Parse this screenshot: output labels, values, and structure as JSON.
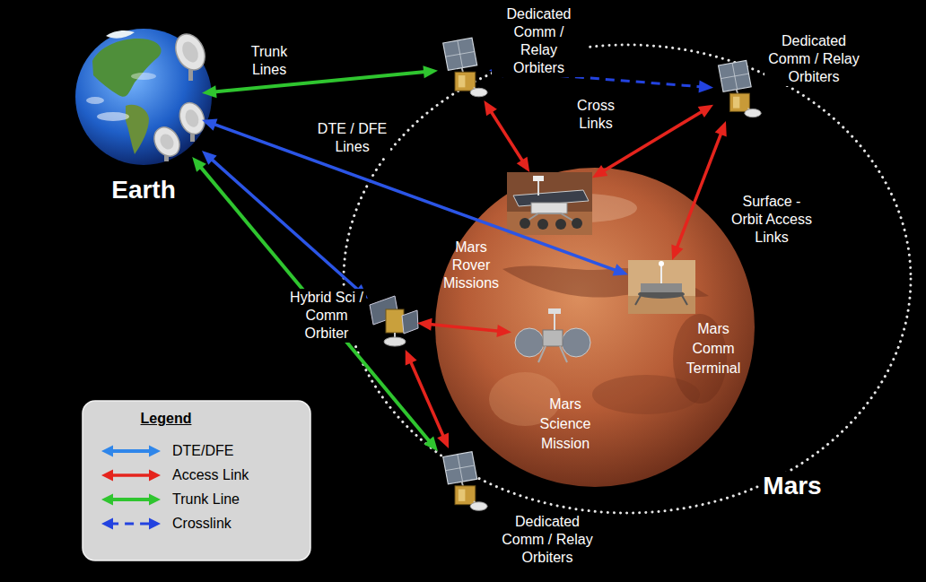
{
  "diagram": {
    "nodes": [
      {
        "text": [
          "Earth"
        ]
      },
      {
        "text": [
          "Dedicated Comm / Relay Orbiters"
        ]
      },
      {
        "text": [
          "Dedicated Comm / Relay Orbiters"
        ]
      },
      {
        "text": [
          "Mars"
        ]
      },
      {
        "text": [
          "Mars Rover Missions"
        ],
        "in": 3
      },
      {
        "text": [
          "Mars Comm Terminal"
        ],
        "in": 3
      },
      {
        "text": [
          "Hybrid Sci / Comm Orbiter"
        ]
      },
      {
        "text": [
          "Mars Science Mission"
        ],
        "in": 3
      },
      {
        "text": [
          "Dedicated Comm / Relay Orbiters"
        ]
      }
    ],
    "edges": [
      {
        "from": 0,
        "to": 1,
        "arrow": "both",
        "label": "Trunk Lines"
      },
      {
        "from": 1,
        "to": 2,
        "arrow": "both",
        "label": "Cross Links"
      },
      {
        "from": 0,
        "to": 5,
        "arrow": "both",
        "label": "DTE / DFE Lines"
      },
      {
        "from": 0,
        "to": 6,
        "arrow": "both"
      },
      {
        "from": 0,
        "to": 8,
        "arrow": "both"
      },
      {
        "from": 1,
        "to": 4,
        "arrow": "both"
      },
      {
        "from": 2,
        "to": 4,
        "arrow": "both"
      },
      {
        "from": 2,
        "to": 5,
        "arrow": "both",
        "label": "Surface - Orbit Access Links"
      },
      {
        "from": 6,
        "to": 7,
        "arrow": "both"
      },
      {
        "from": 6,
        "to": 8,
        "arrow": "both"
      }
    ],
    "labels": [
      "Legend"
    ],
    "legend": [
      {
        "text": "DTE/DFE"
      },
      {
        "text": "Access Link"
      },
      {
        "text": "Trunk Line"
      },
      {
        "text": "Crosslink"
      }
    ]
  }
}
